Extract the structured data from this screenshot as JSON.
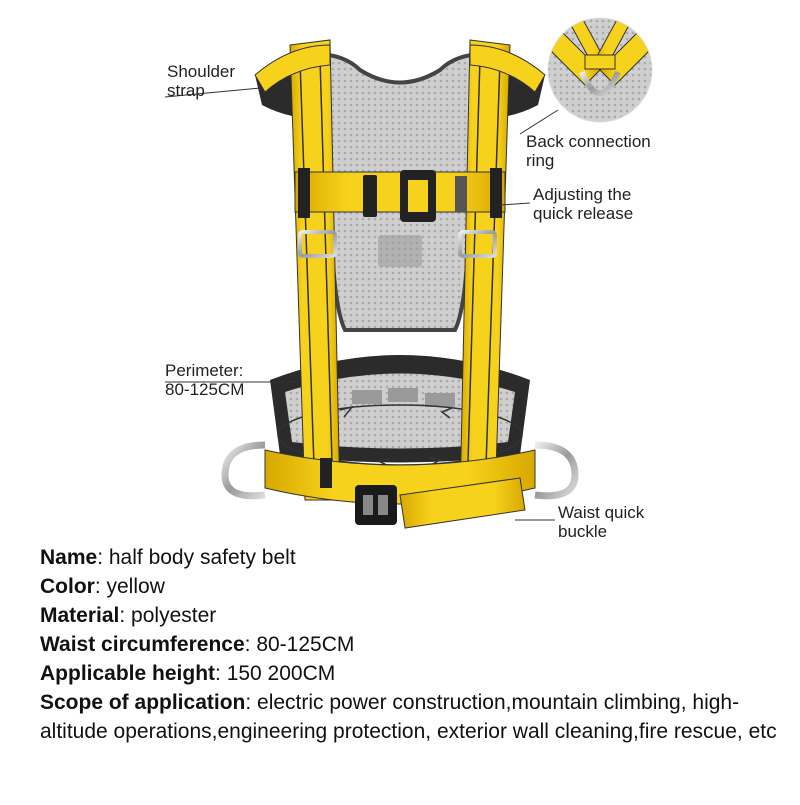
{
  "callouts": {
    "shoulder_strap": [
      "Shoulder",
      "strap"
    ],
    "back_ring": [
      "Back connection",
      "ring"
    ],
    "adjusting": [
      "Adjusting the",
      "quick release"
    ],
    "perimeter": [
      "Perimeter:",
      "80-125CM"
    ],
    "waist_buckle": [
      "Waist quick",
      "buckle"
    ]
  },
  "specs": [
    {
      "label": "Name",
      "value": "half body safety belt"
    },
    {
      "label": "Color",
      "value": "yellow"
    },
    {
      "label": "Material",
      "value": "polyester"
    },
    {
      "label": "Waist circumference",
      "value": "80-125CM"
    },
    {
      "label": "Applicable height",
      "value": "150 200CM"
    },
    {
      "label": "Scope of application",
      "value": "electric power construction,mountain climbing, high-altitude operations,engineering protection, exterior wall cleaning,fire rescue, etc"
    }
  ],
  "colors": {
    "webbing": "#f2c81a",
    "webbing_dark": "#c99a00",
    "mesh": "#c8c8c8",
    "padding": "#2a2a2a",
    "metal": "#b8b8b8"
  }
}
